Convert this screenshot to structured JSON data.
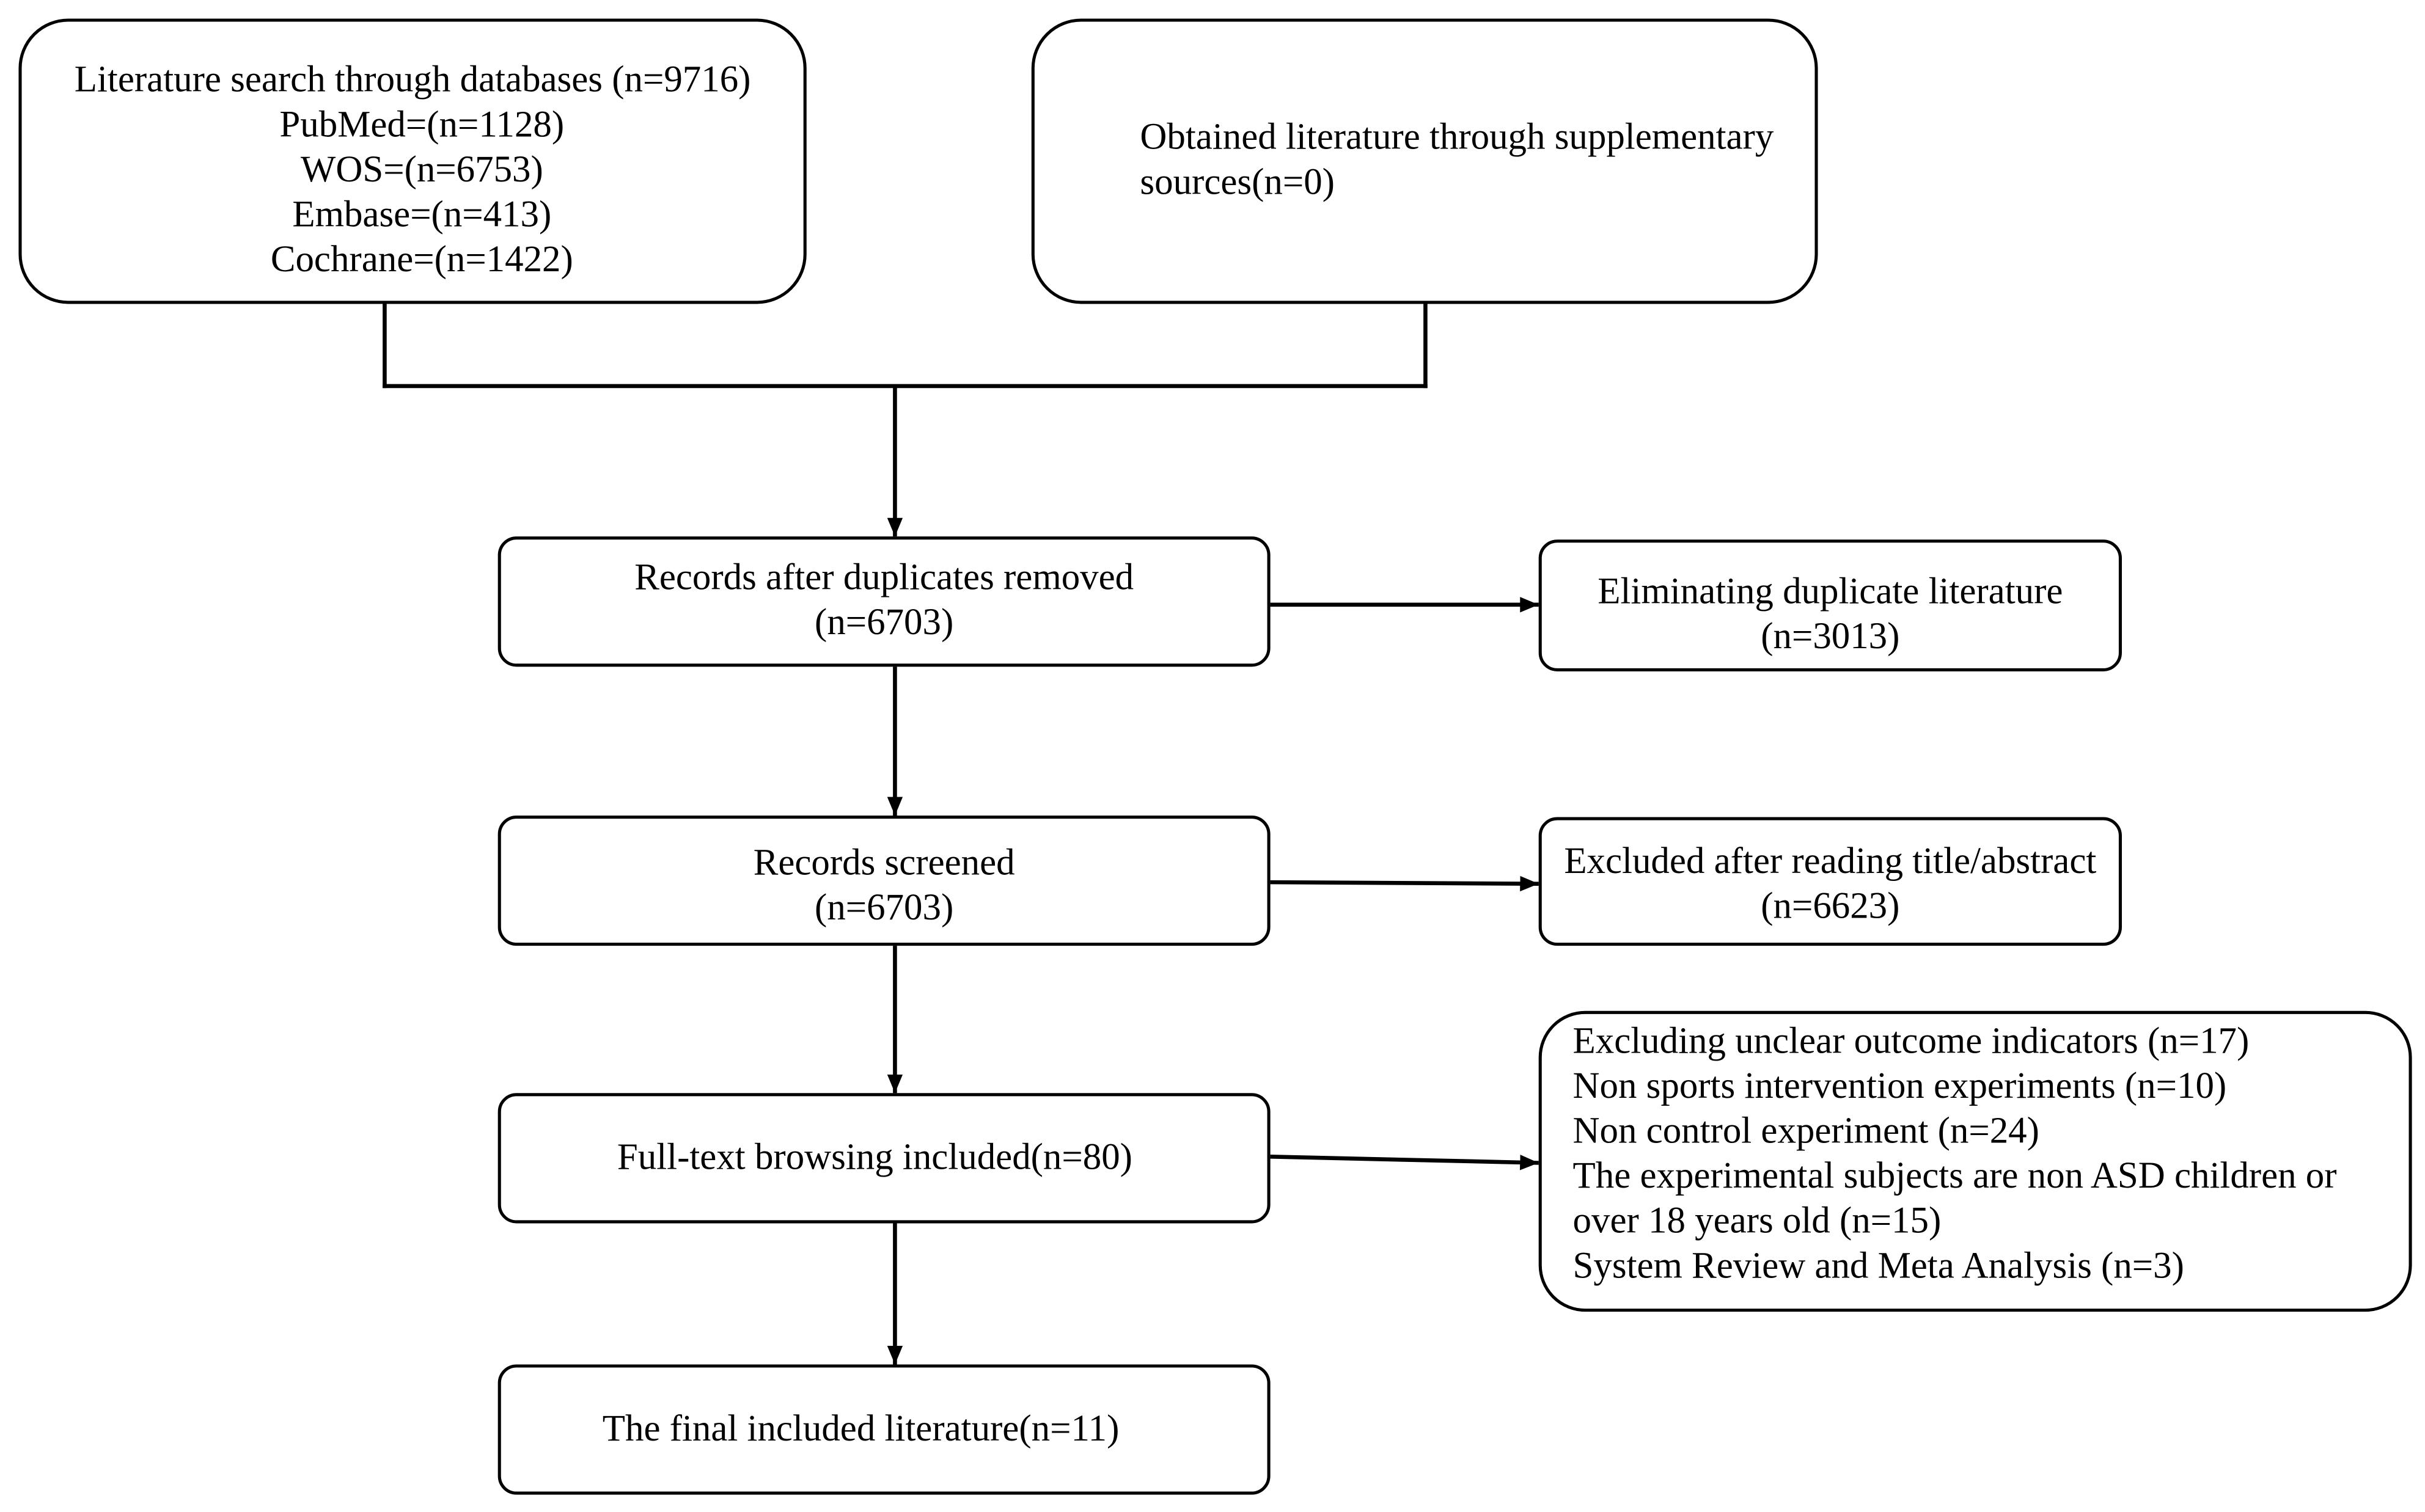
{
  "diagram": {
    "database_search": {
      "title": "Literature search through databases (n=9716)",
      "sources": [
        "PubMed=(n=1128)",
        "WOS=(n=6753)",
        "Embase=(n=413)",
        "Cochrane=(n=1422)"
      ]
    },
    "supplementary_sources": {
      "text": "Obtained literature through supplementary sources(n=0)"
    },
    "records_after_duplicates_removed": {
      "label": "Records after duplicates removed",
      "count": "(n=6703)"
    },
    "duplicates_eliminated": {
      "label": "Eliminating duplicate literature",
      "count": "(n=3013)"
    },
    "records_screened": {
      "label": "Records screened",
      "count": "(n=6703)"
    },
    "excluded_title_abstract": {
      "label": "Excluded after reading title/abstract",
      "count": "(n=6623)"
    },
    "full_text_included": {
      "label": "Full-text browsing included(n=80)"
    },
    "full_text_exclusions": {
      "items": [
        "Excluding unclear outcome indicators (n=17)",
        "Non sports intervention experiments (n=10)",
        "Non control experiment (n=24)",
        "The experimental subjects are non ASD children or over 18 years old (n=15)",
        "System Review and Meta Analysis (n=3)"
      ]
    },
    "final_included": {
      "label": "The final included literature(n=11)"
    }
  },
  "colors": {
    "line": "#000000",
    "border": "#000000",
    "background": "#ffffff",
    "text": "#000000"
  }
}
